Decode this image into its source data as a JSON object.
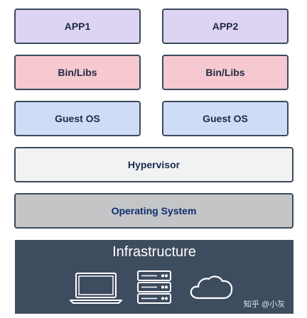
{
  "stack": {
    "left": {
      "app": "APP1",
      "bin_libs": "Bin/Libs",
      "guest_os": "Guest OS"
    },
    "right": {
      "app": "APP2",
      "bin_libs": "Bin/Libs",
      "guest_os": "Guest OS"
    },
    "hypervisor": "Hypervisor",
    "operating_system": "Operating System",
    "infrastructure": {
      "title": "Infrastructure",
      "icons": [
        "laptop-icon",
        "server-icon",
        "cloud-icon"
      ]
    }
  },
  "watermark": "知乎 @小灰",
  "colors": {
    "app": "#dcd4f2",
    "bin_libs": "#f6c8cf",
    "guest_os": "#cfdcf6",
    "hypervisor": "#f1f2f2",
    "operating_system": "#c3c5c6",
    "infrastructure": "#3e4c60"
  }
}
